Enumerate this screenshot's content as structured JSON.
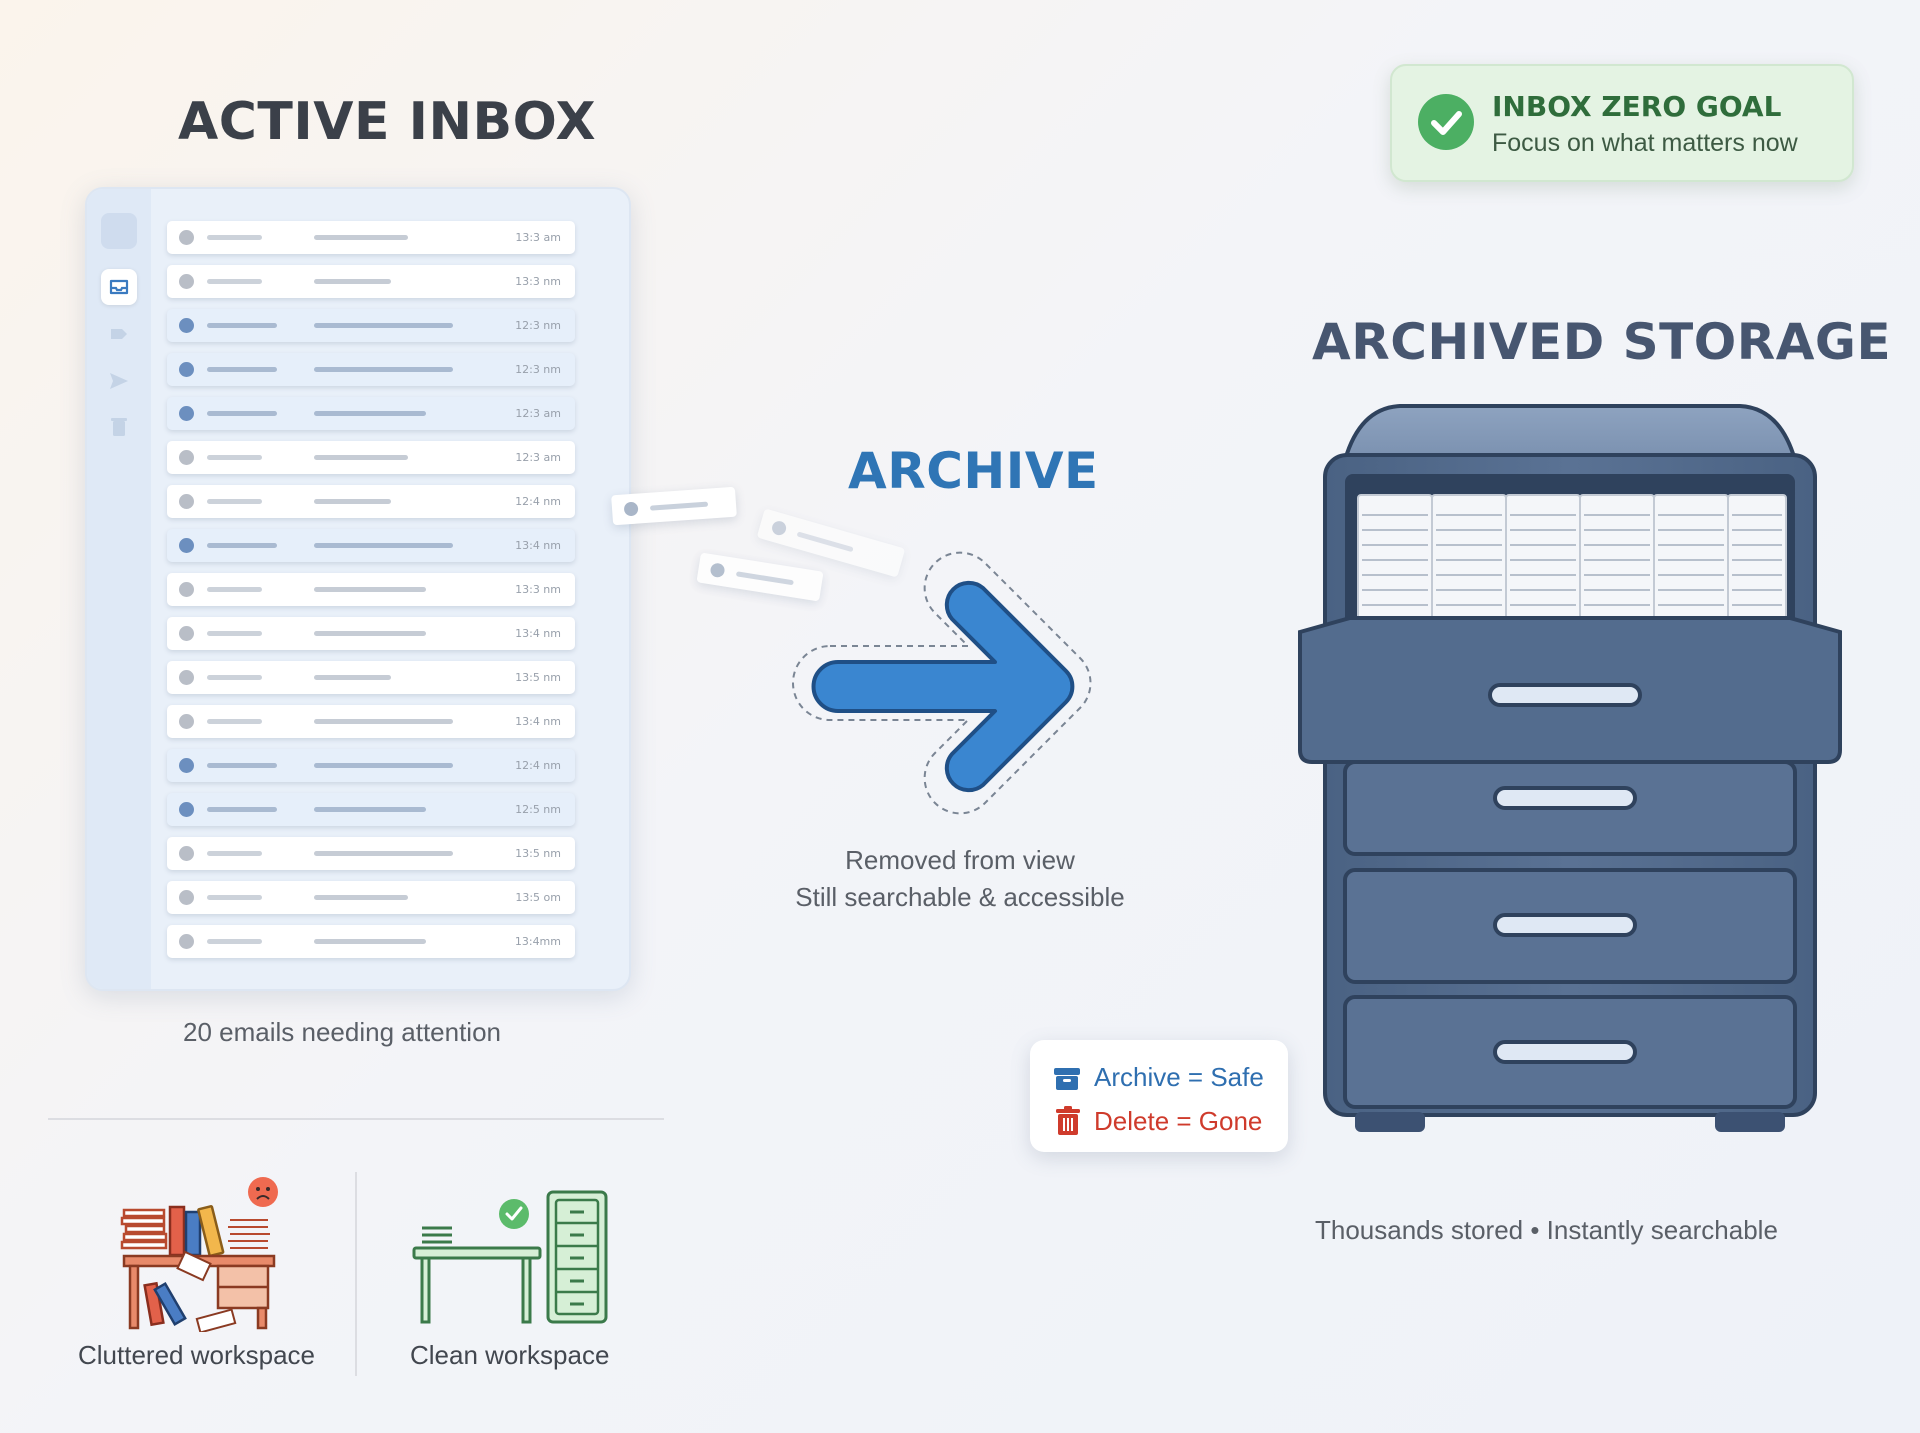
{
  "inbox": {
    "title": "ACTIVE INBOX",
    "caption": "20 emails needing attention",
    "rows": [
      {
        "time": "13:3 am",
        "highlighted": false,
        "subject_len": 0.55
      },
      {
        "time": "13:3 nm",
        "highlighted": false,
        "subject_len": 0.45
      },
      {
        "time": "12:3 nm",
        "highlighted": true,
        "subject_len": 0.82
      },
      {
        "time": "12:3 nm",
        "highlighted": true,
        "subject_len": 0.82
      },
      {
        "time": "12:3 am",
        "highlighted": true,
        "subject_len": 0.66
      },
      {
        "time": "12:3 am",
        "highlighted": false,
        "subject_len": 0.55
      },
      {
        "time": "12:4 nm",
        "highlighted": false,
        "subject_len": 0.45
      },
      {
        "time": "13:4 nm",
        "highlighted": true,
        "subject_len": 0.82
      },
      {
        "time": "13:3 nm",
        "highlighted": false,
        "subject_len": 0.66
      },
      {
        "time": "13:4 nm",
        "highlighted": false,
        "subject_len": 0.66
      },
      {
        "time": "13:5 nm",
        "highlighted": false,
        "subject_len": 0.45
      },
      {
        "time": "13:4 nm",
        "highlighted": false,
        "subject_len": 0.82
      },
      {
        "time": "12:4 nm",
        "highlighted": true,
        "subject_len": 0.82
      },
      {
        "time": "12:5 nm",
        "highlighted": true,
        "subject_len": 0.66
      },
      {
        "time": "13:5 nm",
        "highlighted": false,
        "subject_len": 0.82
      },
      {
        "time": "13:5 om",
        "highlighted": false,
        "subject_len": 0.55
      },
      {
        "time": "13:4mm",
        "highlighted": false,
        "subject_len": 0.66
      }
    ]
  },
  "archive": {
    "label": "ARCHIVE",
    "caption_line1": "Removed from view",
    "caption_line2": "Still searchable & accessible",
    "arrow_color": "#3a86d0"
  },
  "goal": {
    "title": "INBOX ZERO GOAL",
    "subtitle": "Focus on what matters now"
  },
  "storage": {
    "title": "ARCHIVED STORAGE",
    "caption": "Thousands stored • Instantly searchable",
    "cabinet_color": "#4f6889"
  },
  "legend": {
    "archive": "Archive = Safe",
    "delete": "Delete = Gone",
    "archive_color": "#2f6fb0",
    "delete_color": "#cf3b2c"
  },
  "workspaces": {
    "cluttered": "Cluttered workspace",
    "clean": "Clean workspace"
  }
}
